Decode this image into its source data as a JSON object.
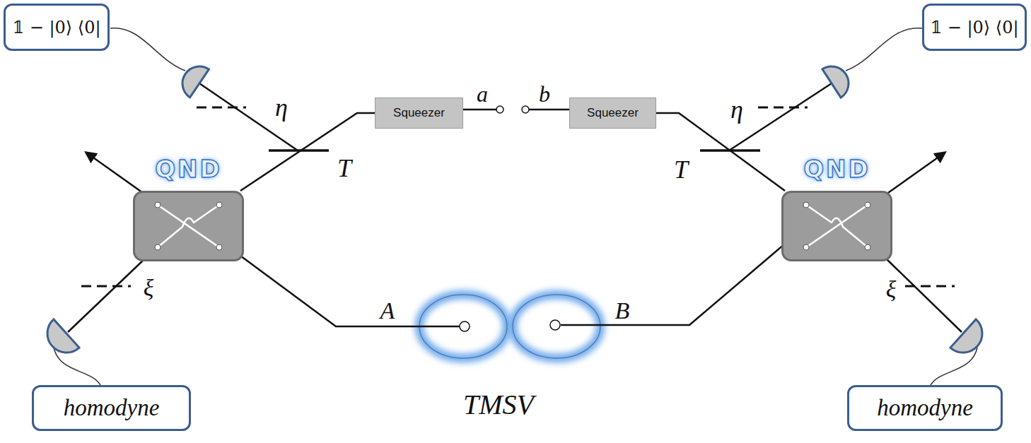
{
  "diagram": {
    "nodes": [
      {
        "text": [
          "𝟙 − |0⟩ ⟨0|"
        ]
      },
      {
        "text": [
          "𝟙 − |0⟩ ⟨0|"
        ]
      },
      {
        "text": [
          "Squeezer"
        ]
      },
      {
        "text": [
          "Squeezer"
        ]
      },
      {
        "text": [
          "QND"
        ]
      },
      {
        "text": [
          "QND"
        ]
      },
      {
        "text": [
          "homodyne"
        ]
      },
      {
        "text": [
          "homodyne"
        ]
      }
    ],
    "edges": [
      {
        "from": 2,
        "to": 4,
        "arrow": "none"
      },
      {
        "from": 3,
        "to": 5,
        "arrow": "none"
      }
    ],
    "labels": [
      "η",
      "η",
      "T",
      "T",
      "a",
      "b",
      "ξ",
      "ξ",
      "A",
      "B",
      "TMSV"
    ]
  }
}
